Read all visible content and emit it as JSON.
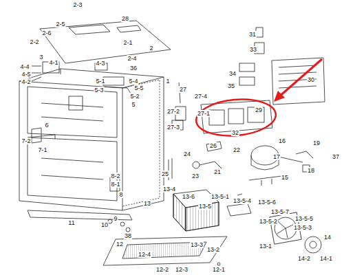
{
  "diagram": {
    "labels": [
      "2-3",
      "2-5",
      "28",
      "2-6",
      "2-2",
      "2-1",
      "2",
      "2-4",
      "3",
      "4-4",
      "4-1",
      "4-3",
      "36",
      "4-5",
      "4-2",
      "5-1",
      "5-4",
      "1",
      "5-3",
      "5-5",
      "5-2",
      "5",
      "31",
      "33",
      "34",
      "30",
      "35",
      "27",
      "27-4",
      "27-1",
      "29",
      "27-2",
      "27-3",
      "32",
      "26",
      "24",
      "16",
      "19",
      "37",
      "6",
      "7-2",
      "7-1",
      "8-2",
      "8-1",
      "8",
      "25",
      "23",
      "21",
      "22",
      "17",
      "18",
      "15",
      "13-5-1",
      "13-5-4",
      "13-5-6",
      "13-4",
      "13-6",
      "13-5",
      "13-5-7",
      "13-5-2",
      "13-5-5",
      "13-5-3",
      "14",
      "13",
      "13-1",
      "14-2",
      "14-1",
      "11",
      "10",
      "9",
      "38",
      "13-3",
      "13-2",
      "12",
      "12-4",
      "12-2",
      "12-3",
      "12-1"
    ]
  }
}
